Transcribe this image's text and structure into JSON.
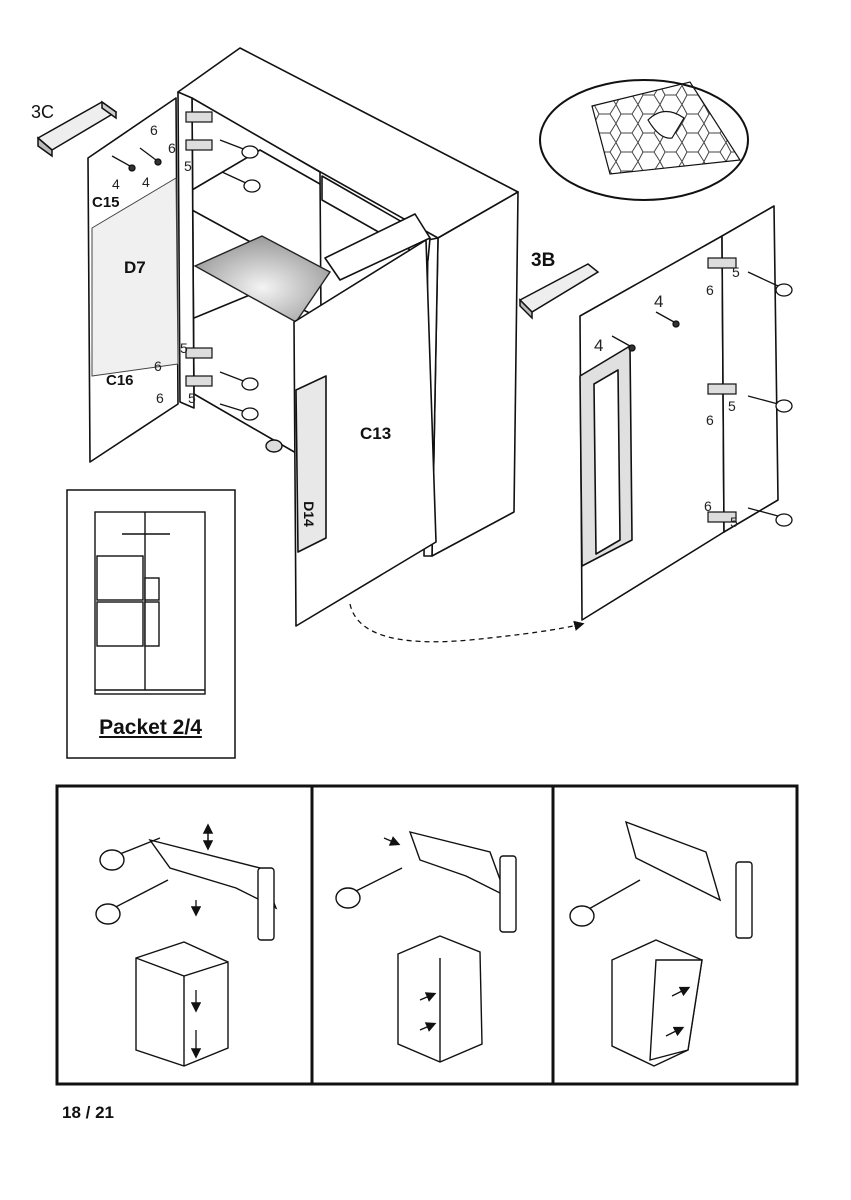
{
  "parts": {
    "handle_left": "3C",
    "handle_right": "3B",
    "door_left_top": "C15",
    "door_left_panel": "D7",
    "door_left_bottom": "C16",
    "door_center": "C13",
    "glass_strip": "D14"
  },
  "screw_labels": {
    "n4": "4",
    "n5": "5",
    "n6": "6"
  },
  "packet": {
    "title": "Packet 2/4"
  },
  "page": {
    "number": "18 / 21"
  }
}
